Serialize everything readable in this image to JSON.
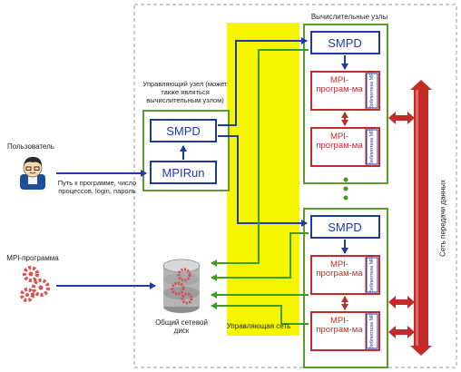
{
  "labels": {
    "compute_nodes": "Вычислительные узлы",
    "control_node": "Управляющий узел (может также являться вычислительным узлом)",
    "user": "Пользователь",
    "user_input": "Путь к программе, число процессов, login, пароль",
    "mpi_program_in": "MPI-программа",
    "shared_disk": "Общий сетевой диск",
    "control_network": "Управляющая сеть",
    "data_network": "Сеть передачи данных"
  },
  "control_node": {
    "smpd": "SMPD",
    "mpirun": "MPIRun"
  },
  "compute_node_top": {
    "smpd": "SMPD",
    "mpi1": "MPI-програм-ма",
    "mpi2": "MPI-програм-ма",
    "lib1": "библиотека MPI",
    "lib2": "библиотека MPI"
  },
  "compute_node_bottom": {
    "smpd": "SMPD",
    "mpi1": "MPI-програм-ма",
    "mpi2": "MPI-програм-ма",
    "lib1": "библиотека MPI",
    "lib2": "библиотека MPI"
  },
  "colors": {
    "blue": "#1f3aa8",
    "green_border": "#5a9e2a",
    "green_arrow": "#3f9b22",
    "red": "#c42a2a",
    "yellow_band": "#f5f500",
    "dashed": "#9a9a9a"
  }
}
